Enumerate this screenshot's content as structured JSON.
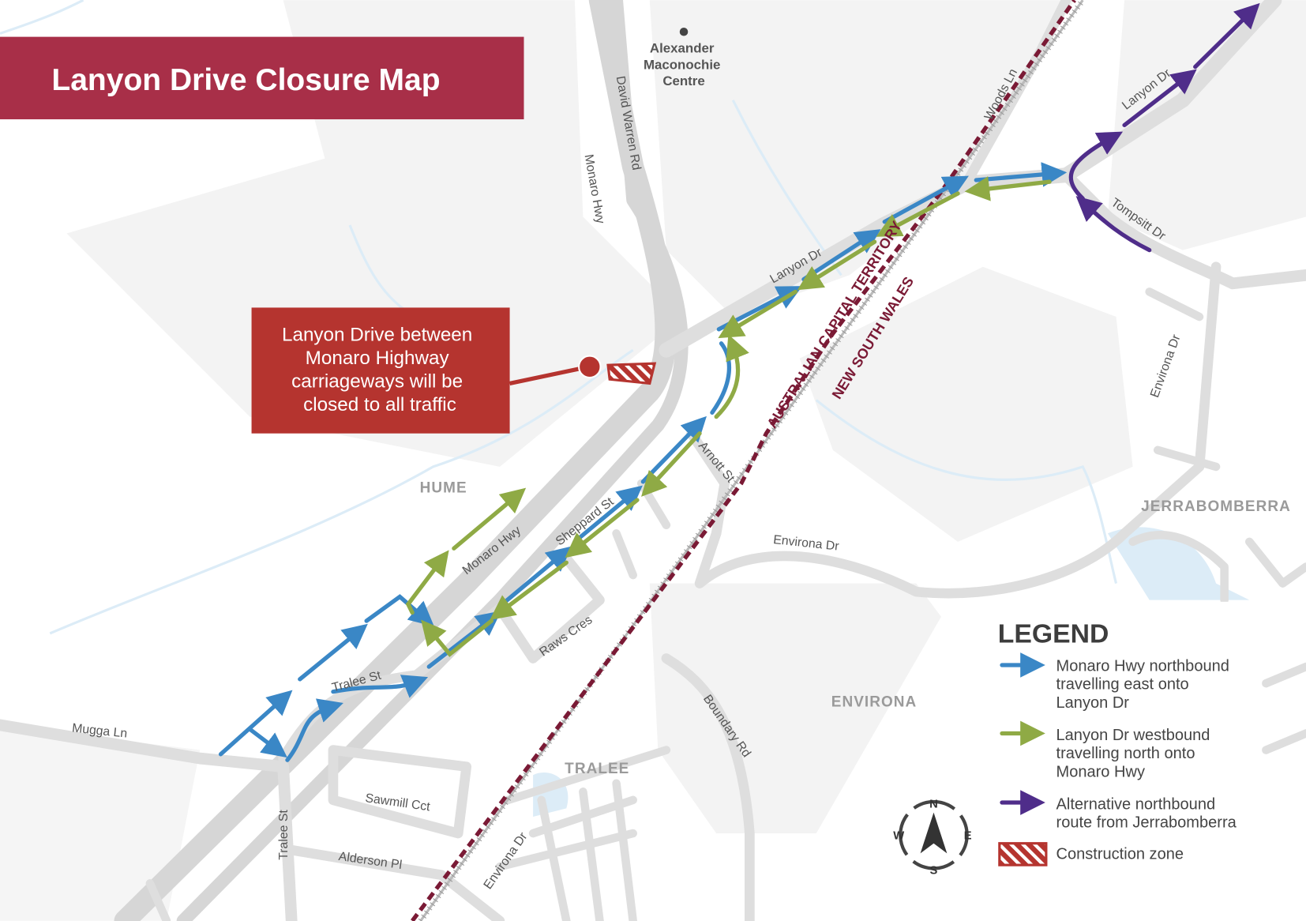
{
  "title": "Lanyon Drive Closure Map",
  "callout": {
    "lines": [
      "Lanyon Drive between",
      "Monaro Highway",
      "carriageways will be",
      "closed to all traffic"
    ]
  },
  "landmarks": {
    "centre": [
      "Alexander",
      "Maconochie",
      "Centre"
    ]
  },
  "suburbs": {
    "hume": "HUME",
    "jerrabomberra": "JERRABOMBERRA",
    "environa": "ENVIRONA",
    "tralee": "TRALEE"
  },
  "streets": {
    "david_warren": "David Warren Rd",
    "monaro_hwy_n": "Monaro Hwy",
    "monaro_hwy_s": "Monaro Hwy",
    "woods_ln": "Woods Ln",
    "lanyon_dr_e": "Lanyon Dr",
    "lanyon_dr_w": "Lanyon Dr",
    "tompsitt_dr": "Tompsitt Dr",
    "environa_dr_e": "Environa Dr",
    "environa_dr_c": "Environa Dr",
    "environa_dr_s": "Environa Dr",
    "arnott_st": "Arnott St",
    "sheppard_st": "Sheppard St",
    "raws_cres": "Raws Cres",
    "tralee_st": "Tralee St",
    "tralee_st_v": "Tralee St",
    "mugga_ln": "Mugga Ln",
    "sawmill_cct": "Sawmill Cct",
    "alderson_pl": "Alderson Pl",
    "boundary_rd": "Boundary Rd"
  },
  "border": {
    "act": "AUSTRALIAN CAPITAL TERRITORY",
    "nsw": "NEW SOUTH WALES"
  },
  "legend": {
    "title": "LEGEND",
    "items": [
      {
        "lines": [
          "Monaro Hwy northbound",
          "travelling east onto",
          "Lanyon Dr"
        ],
        "color": "#3a87c6"
      },
      {
        "lines": [
          "Lanyon Dr westbound",
          "travelling north onto",
          "Monaro Hwy"
        ],
        "color": "#8faa45"
      },
      {
        "lines": [
          "Alternative northbound",
          "route from Jerrabomberra"
        ],
        "color": "#4f2d8a"
      },
      {
        "lines": [
          "Construction zone"
        ],
        "color": "#b5342f"
      }
    ]
  },
  "compass": {
    "n": "N",
    "e": "E",
    "s": "S",
    "w": "W"
  },
  "colors": {
    "title_bg": "#a82f48",
    "callout_bg": "#b5342f",
    "border_line": "#7a1a35"
  }
}
